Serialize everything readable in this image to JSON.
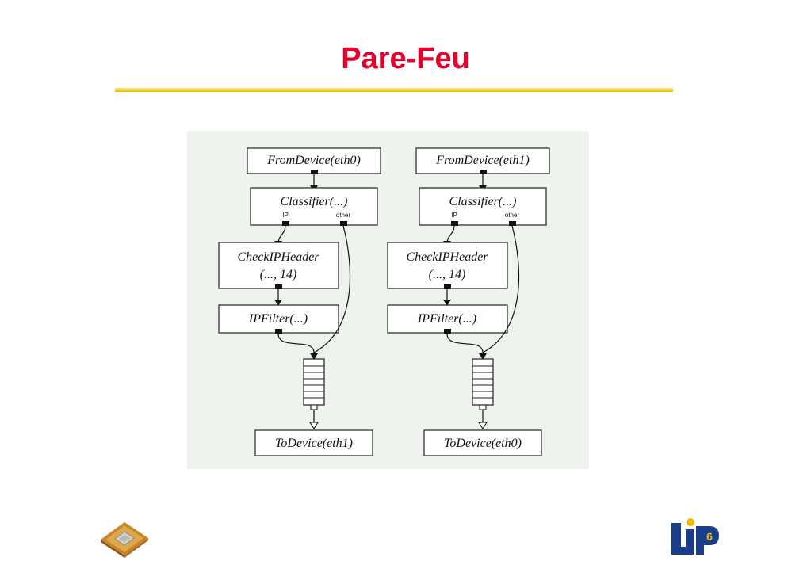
{
  "slide": {
    "title": "Pare-Feu"
  },
  "diagram": {
    "left": {
      "source": "FromDevice(eth0)",
      "classifier": "Classifier(...)",
      "port_ip": "IP",
      "port_other": "other",
      "check_line1": "CheckIPHeader",
      "check_line2": "(..., 14)",
      "filter": "IPFilter(...)",
      "sink": "ToDevice(eth1)"
    },
    "right": {
      "source": "FromDevice(eth1)",
      "classifier": "Classifier(...)",
      "port_ip": "IP",
      "port_other": "other",
      "check_line1": "CheckIPHeader",
      "check_line2": "(..., 14)",
      "filter": "IPFilter(...)",
      "sink": "ToDevice(eth0)"
    }
  },
  "logo": {
    "text": "LIP",
    "number": "6"
  },
  "colors": {
    "title": "#e4002b",
    "rule": "#e8c000",
    "diagram_bg": "#eef3ed",
    "logo": "#1a3e8c",
    "logo_dot": "#f2b800"
  },
  "icons": [
    "processor-chip-icon",
    "lip6-logo"
  ]
}
